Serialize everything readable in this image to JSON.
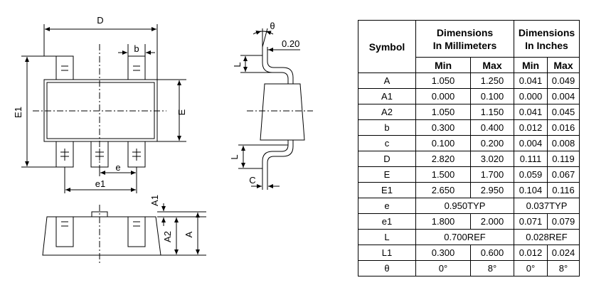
{
  "labels": {
    "D": "D",
    "b": "b",
    "E1": "E1",
    "E": "E",
    "e": "e",
    "e1": "e1",
    "theta": "θ",
    "gauge": "0.20",
    "L": "L",
    "L1": "L",
    "C": "C",
    "A1": "A1",
    "A2": "A2",
    "A": "A"
  },
  "table": {
    "symbol_header": "Symbol",
    "mm_header_1": "Dimensions",
    "mm_header_2": "In Millimeters",
    "in_header_1": "Dimensions",
    "in_header_2": "In Inches",
    "min": "Min",
    "max": "Max",
    "rows": [
      {
        "sym": "A",
        "mm_min": "1.050",
        "mm_max": "1.250",
        "in_min": "0.041",
        "in_max": "0.049"
      },
      {
        "sym": "A1",
        "mm_min": "0.000",
        "mm_max": "0.100",
        "in_min": "0.000",
        "in_max": "0.004"
      },
      {
        "sym": "A2",
        "mm_min": "1.050",
        "mm_max": "1.150",
        "in_min": "0.041",
        "in_max": "0.045"
      },
      {
        "sym": "b",
        "mm_min": "0.300",
        "mm_max": "0.400",
        "in_min": "0.012",
        "in_max": "0.016"
      },
      {
        "sym": "c",
        "mm_min": "0.100",
        "mm_max": "0.200",
        "in_min": "0.004",
        "in_max": "0.008"
      },
      {
        "sym": "D",
        "mm_min": "2.820",
        "mm_max": "3.020",
        "in_min": "0.111",
        "in_max": "0.119"
      },
      {
        "sym": "E",
        "mm_min": "1.500",
        "mm_max": "1.700",
        "in_min": "0.059",
        "in_max": "0.067"
      },
      {
        "sym": "E1",
        "mm_min": "2.650",
        "mm_max": "2.950",
        "in_min": "0.104",
        "in_max": "0.116"
      },
      {
        "sym": "e",
        "mm_span": "0.950TYP",
        "in_span": "0.037TYP"
      },
      {
        "sym": "e1",
        "mm_min": "1.800",
        "mm_max": "2.000",
        "in_min": "0.071",
        "in_max": "0.079"
      },
      {
        "sym": "L",
        "mm_span": "0.700REF",
        "in_span": "0.028REF"
      },
      {
        "sym": "L1",
        "mm_min": "0.300",
        "mm_max": "0.600",
        "in_min": "0.012",
        "in_max": "0.024"
      },
      {
        "sym": "θ",
        "mm_min": "0°",
        "mm_max": "8°",
        "in_min": "0°",
        "in_max": "8°"
      }
    ]
  }
}
